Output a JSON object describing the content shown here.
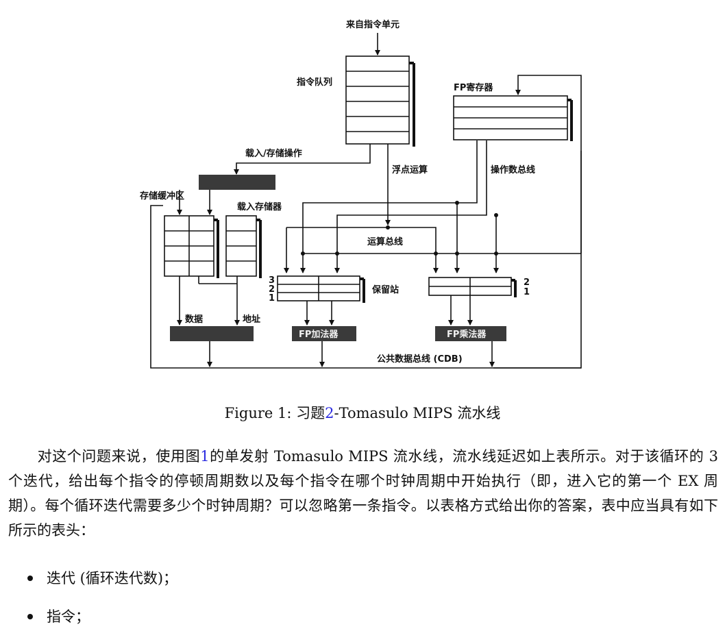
{
  "figure": {
    "labels": {
      "from_instr_unit": "来自指令单元",
      "instr_queue": "指令队列",
      "fp_registers": "FP寄存器",
      "load_store_ops": "载入/存储操作",
      "fp_ops": "浮点运算",
      "operand_bus": "操作数总线",
      "store_buffer": "存储缓冲区",
      "load_buffer": "载入存储器",
      "op_bus": "运算总线",
      "reservation_station": "保留站",
      "rs_add_nums": [
        "3",
        "2",
        "1"
      ],
      "rs_mul_nums": [
        "2",
        "1"
      ],
      "data": "数据",
      "address": "地址",
      "fp_adder": "FP加法器",
      "fp_multiplier": "FP乘法器",
      "cdb": "公共数据总线 (CDB)"
    }
  },
  "caption": {
    "prefix": "Figure 1: 习题",
    "ref": "2",
    "suffix": "-Tomasulo MIPS 流水线"
  },
  "paragraph": {
    "part1": "对这个问题来说，使用图",
    "ref": "1",
    "part2": "的单发射 Tomasulo MIPS 流水线，流水线延迟如上表所示。对于该循环的 3 个迭代，给出每个指令的停顿周期数以及每个指令在哪个时钟周期中开始执行（即，进入它的第一个 EX 周期）。每个循环迭代需要多少个时钟周期？可以忽略第一条指令。以表格方式给出你的答案，表中应当具有如下所示的表头："
  },
  "bullets": [
    "迭代 (循环迭代数)；",
    "指令；"
  ]
}
